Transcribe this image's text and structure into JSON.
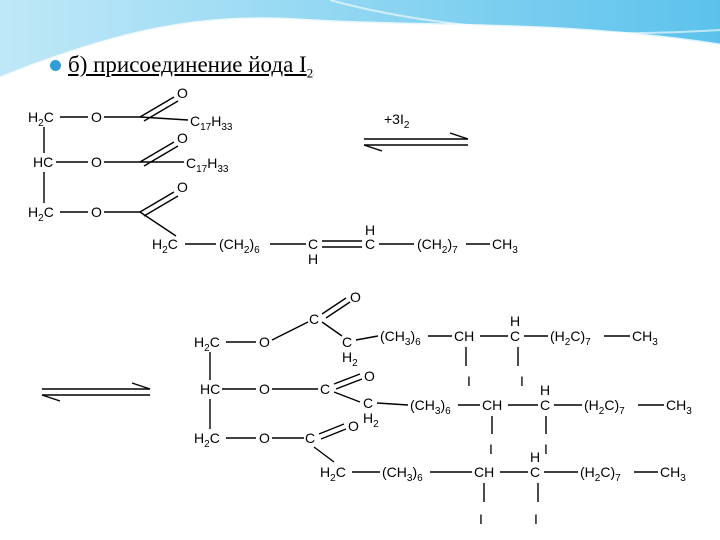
{
  "slide": {
    "bullet_color": "#2e9fd8",
    "title_main": "б) присоединение йода I",
    "title_sub": "2"
  },
  "reactant": {
    "glycerol": [
      {
        "main": "H",
        "sub": "2",
        "tail": "C"
      },
      {
        "main": "HC",
        "sub": "",
        "tail": ""
      },
      {
        "main": "H",
        "sub": "2",
        "tail": "C"
      }
    ],
    "oxygen": "O",
    "carbonyl_o": "O",
    "acid_c17h33": {
      "c": "C",
      "c_sub": "17",
      "h": "H",
      "h_sub": "33"
    },
    "chain": {
      "h2c": {
        "main": "H",
        "sub": "2",
        "tail": "C"
      },
      "ch2_6": {
        "main": "(CH",
        "sub1": "2",
        "close": ")",
        "sub2": "6"
      },
      "c": "C",
      "h": "H",
      "ch2_7": {
        "main": "(CH",
        "sub1": "2",
        "close": ")",
        "sub2": "7"
      },
      "ch3": {
        "main": "CH",
        "sub": "3"
      }
    }
  },
  "reagent": {
    "main": "+3I",
    "sub": "2"
  },
  "product": {
    "glycerol": [
      {
        "main": "H",
        "sub": "2",
        "tail": "C"
      },
      {
        "main": "HC",
        "sub": "",
        "tail": ""
      },
      {
        "main": "H",
        "sub": "2",
        "tail": "C"
      }
    ],
    "oxygen": "O",
    "c": "C",
    "h2_label": {
      "main": "H",
      "sub": "2"
    },
    "ch3_6": {
      "main": "(CH",
      "sub1": "3",
      "close": ")",
      "sub2": "6"
    },
    "ch": "CH",
    "h": "H",
    "h2c_7": {
      "main": "(H",
      "sub1": "2",
      "mid": "C)",
      "sub2": "7"
    },
    "ch3": {
      "main": "CH",
      "sub": "3"
    },
    "h2c": {
      "main": "H",
      "sub": "2",
      "tail": "C"
    },
    "iodine": "I"
  }
}
